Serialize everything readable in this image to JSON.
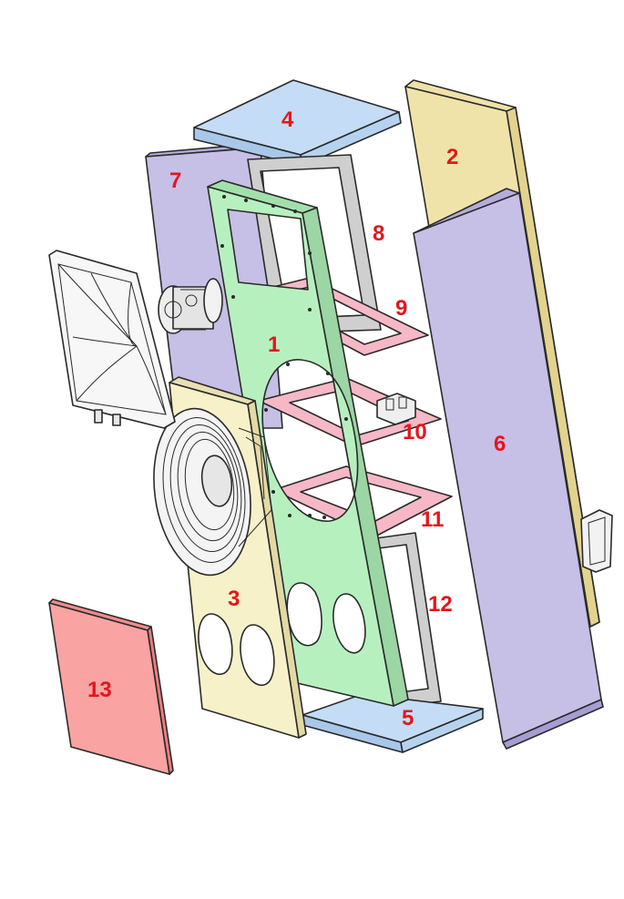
{
  "colors": {
    "front_baffle": "#b7f0bf",
    "back_panel": "#f0e3aa",
    "side_panel": "#c6bfe6",
    "top_bottom": "#c4dcf5",
    "brace": "#f6b8c6",
    "frame": "#cfcfcf",
    "grille": "#f9a3a3",
    "lower_baffle": "#f6f1c9",
    "label": "#e3161c"
  },
  "labels": {
    "p1": "1",
    "p2": "2",
    "p3": "3",
    "p4": "4",
    "p5": "5",
    "p6": "6",
    "p7": "7",
    "p8": "8",
    "p9": "9",
    "p10": "10",
    "p11": "11",
    "p12": "12",
    "p13": "13"
  }
}
